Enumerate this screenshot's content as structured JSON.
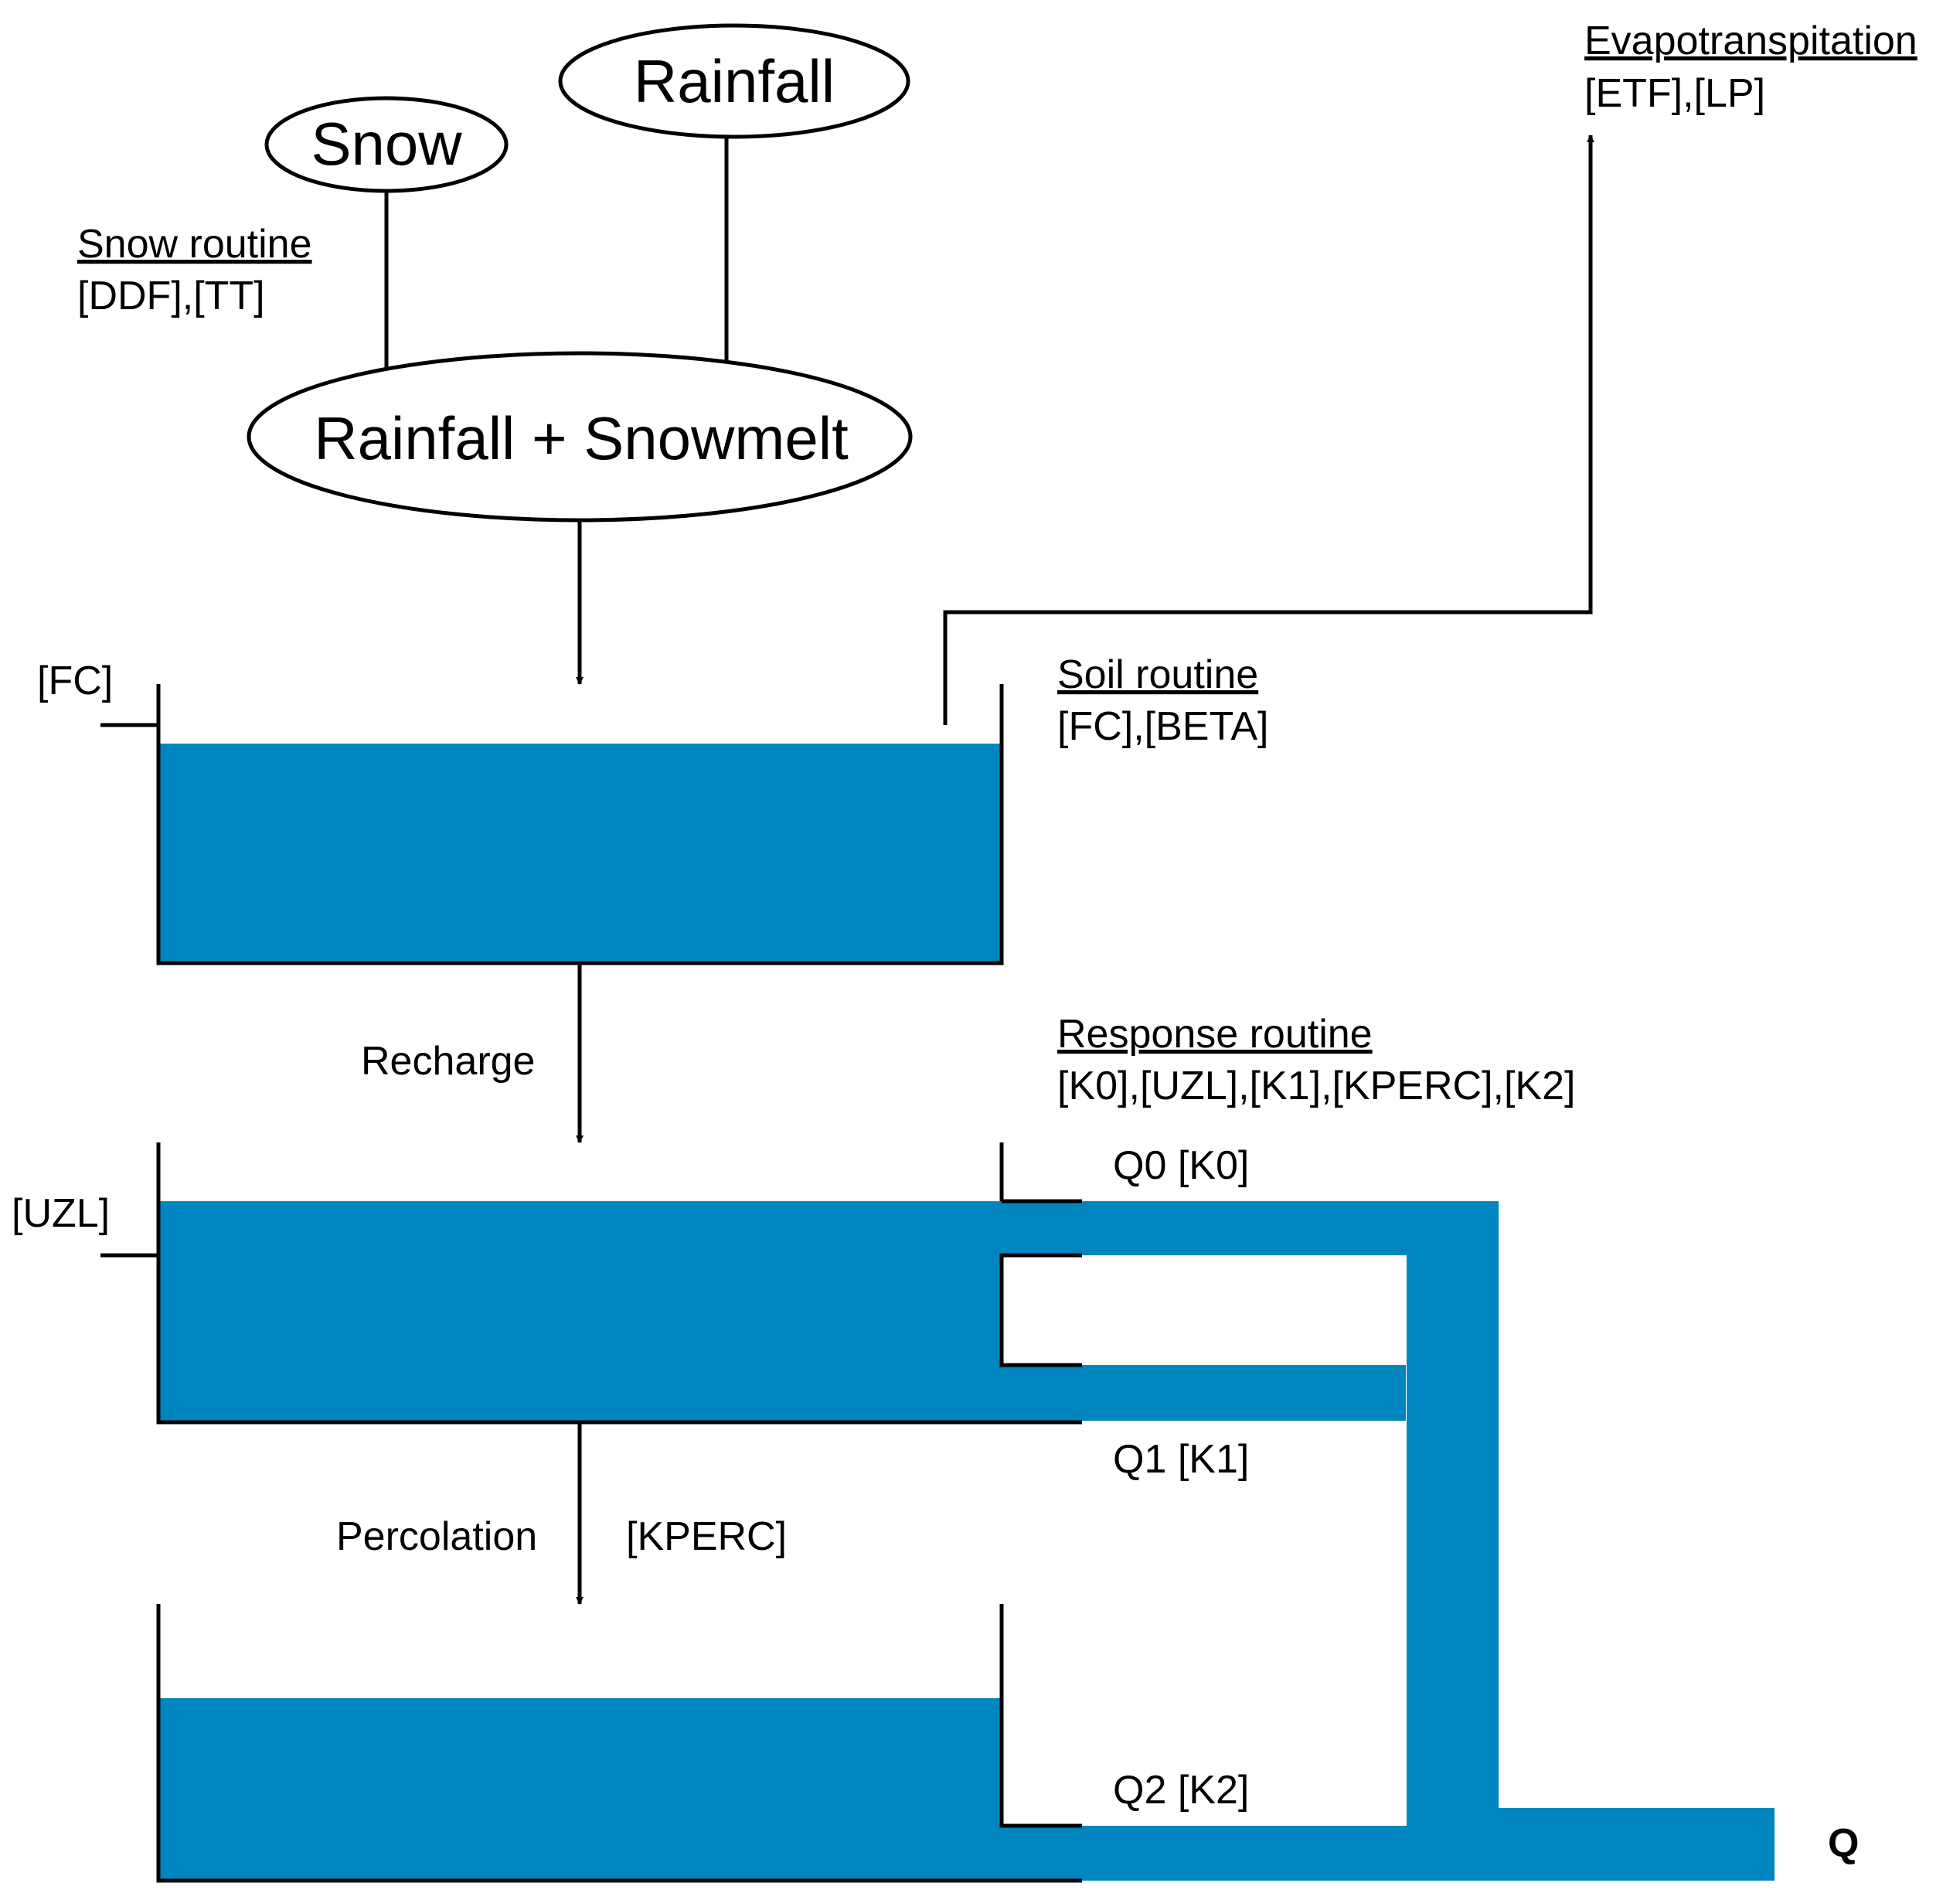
{
  "nodes": {
    "snow": "Snow",
    "rainfall": "Rainfall",
    "combined": "Rainfall + Snowmelt"
  },
  "routines": {
    "snow": {
      "title": "Snow routine",
      "params": "[DDF],[TT]"
    },
    "evapotranspiration": {
      "title": "Evapotranspitation",
      "params": "[ETF],[LP]"
    },
    "soil": {
      "title": "Soil routine",
      "params": "[FC],[BETA]"
    },
    "response": {
      "title": "Response routine",
      "params": "[K0],[UZL],[K1],[KPERC],[K2]"
    }
  },
  "levels": {
    "fc": "[FC]",
    "uzl": "[UZL]"
  },
  "flows": {
    "recharge": "Recharge",
    "percolation": "Percolation",
    "kperc": "[KPERC]",
    "q0": "Q0 [K0]",
    "q1": "Q1 [K1]",
    "q2": "Q2 [K2]",
    "q": "Q"
  },
  "colors": {
    "water": "#0085BE",
    "line": "#000000",
    "background": "#FFFFFF"
  }
}
